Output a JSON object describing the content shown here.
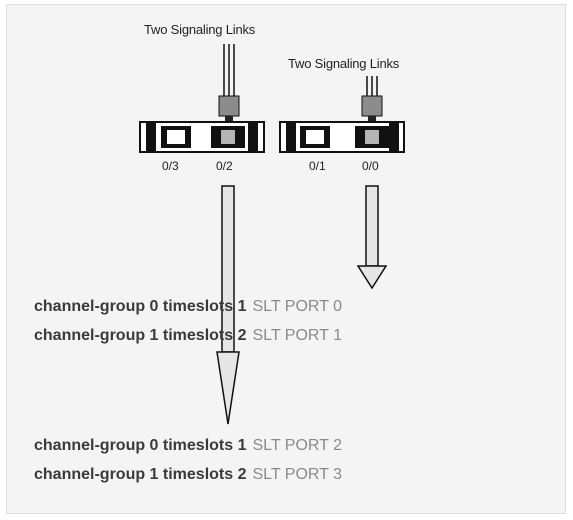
{
  "link_labels": {
    "left": "Two Signaling Links",
    "right": "Two Signaling Links"
  },
  "ports": [
    "0/3",
    "0/2",
    "0/1",
    "0/0"
  ],
  "group_a": [
    {
      "config": "channel-group 0 timeslots 1",
      "slt": "SLT PORT 0"
    },
    {
      "config": "channel-group 1 timeslots 2",
      "slt": "SLT PORT 1"
    }
  ],
  "group_b": [
    {
      "config": "channel-group 0 timeslots 1",
      "slt": "SLT PORT 2"
    },
    {
      "config": "channel-group 1 timeslots 2",
      "slt": "SLT PORT 3"
    }
  ],
  "colors": {
    "line": "#111111",
    "connector": "#8c8c8c",
    "arrow_fill": "#e6e6e6",
    "slt_text": "#8a8a8a",
    "config_text": "#3a3a3a"
  }
}
